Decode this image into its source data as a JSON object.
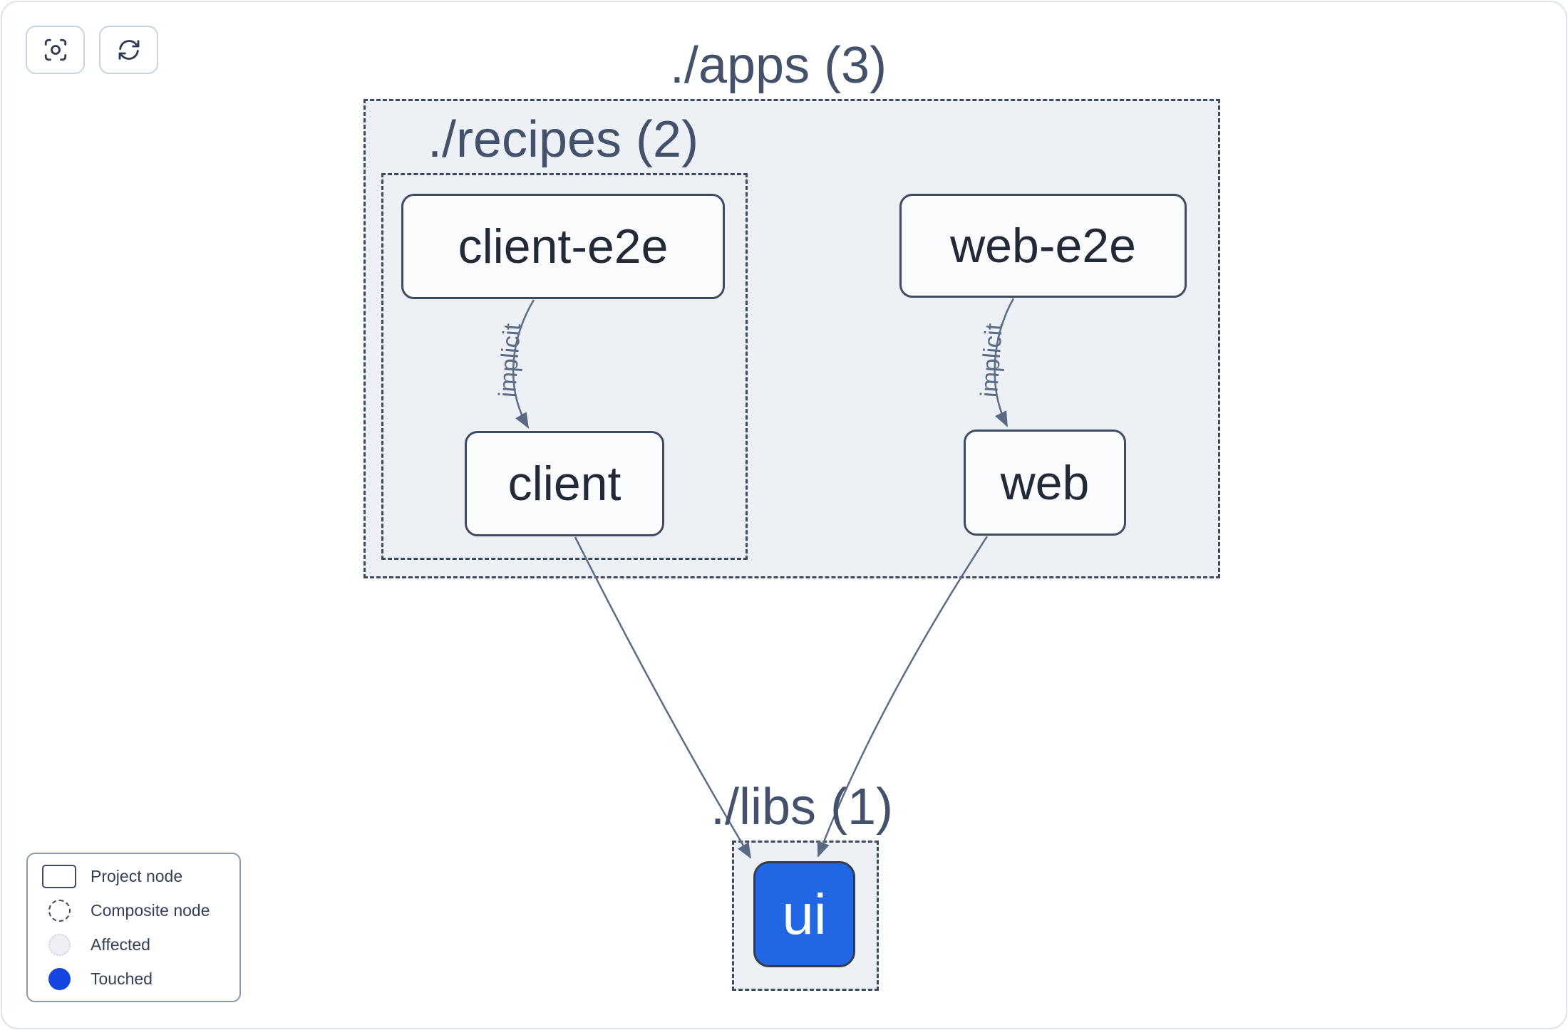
{
  "toolbar": {
    "buttons": [
      {
        "id": "center-graph",
        "icon": "viewfinder-icon"
      },
      {
        "id": "refresh-graph",
        "icon": "refresh-icon"
      }
    ]
  },
  "graph": {
    "composites": [
      {
        "id": "apps",
        "label": "./apps (3)"
      },
      {
        "id": "recipes",
        "label": "./recipes (2)"
      },
      {
        "id": "libs",
        "label": "./libs (1)"
      }
    ],
    "nodes": [
      {
        "id": "client-e2e",
        "label": "client-e2e",
        "state": "default"
      },
      {
        "id": "web-e2e",
        "label": "web-e2e",
        "state": "default"
      },
      {
        "id": "client",
        "label": "client",
        "state": "default"
      },
      {
        "id": "web",
        "label": "web",
        "state": "default"
      },
      {
        "id": "ui",
        "label": "ui",
        "state": "touched"
      }
    ],
    "edges": [
      {
        "from": "client-e2e",
        "to": "client",
        "label": "implicit"
      },
      {
        "from": "web-e2e",
        "to": "web",
        "label": "implicit"
      },
      {
        "from": "client",
        "to": "ui",
        "label": ""
      },
      {
        "from": "web",
        "to": "ui",
        "label": ""
      }
    ]
  },
  "legend": {
    "items": [
      {
        "label": "Project node",
        "swatch": "project-node-swatch"
      },
      {
        "label": "Composite node",
        "swatch": "composite-node-swatch"
      },
      {
        "label": "Affected",
        "swatch": "affected-swatch"
      },
      {
        "label": "Touched",
        "swatch": "touched-swatch"
      }
    ]
  },
  "colors": {
    "touched_blue": "#2166e3",
    "legend_touched": "#1546df",
    "node_border": "#3e4b63",
    "node_fill": "#fafbfd",
    "node_text": "#232936",
    "composite_fill": "#edf0f5",
    "composite_border": "#3d4a5f",
    "composite_title": "#44516b",
    "edge": "#5d6c86"
  }
}
